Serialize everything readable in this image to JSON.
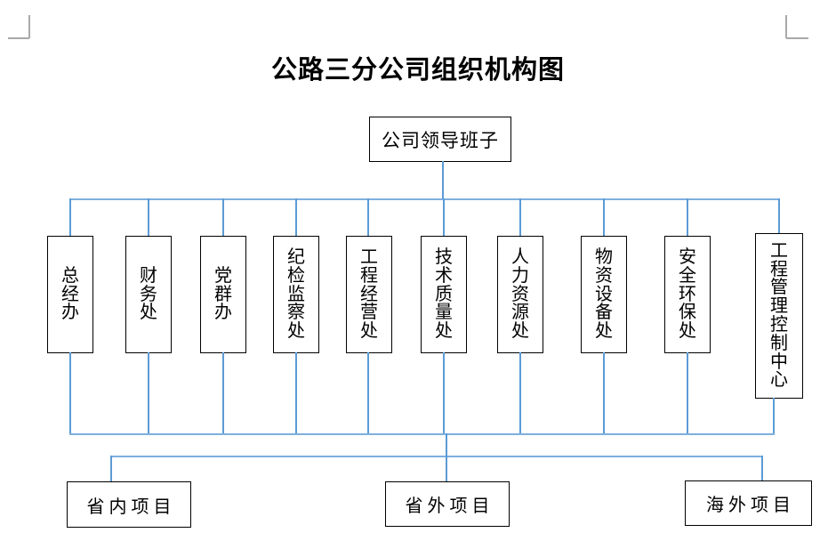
{
  "page": {
    "title_text": "公路三分公司组织机构图"
  },
  "org_chart": {
    "root": {
      "label": "公司领导班子"
    },
    "departments": [
      "总经办",
      "财务处",
      "党群办",
      "纪检监察处",
      "工程经营处",
      "技术质量处",
      "人力资源处",
      "物资设备处",
      "安全环保处",
      "工程管理控制中心"
    ],
    "projects": [
      "省内项目",
      "省外项目",
      "海外项目"
    ]
  },
  "colors": {
    "connector_line": "#5b9bd5",
    "box_border": "#000000",
    "crop_mark": "#a9a9a9"
  }
}
